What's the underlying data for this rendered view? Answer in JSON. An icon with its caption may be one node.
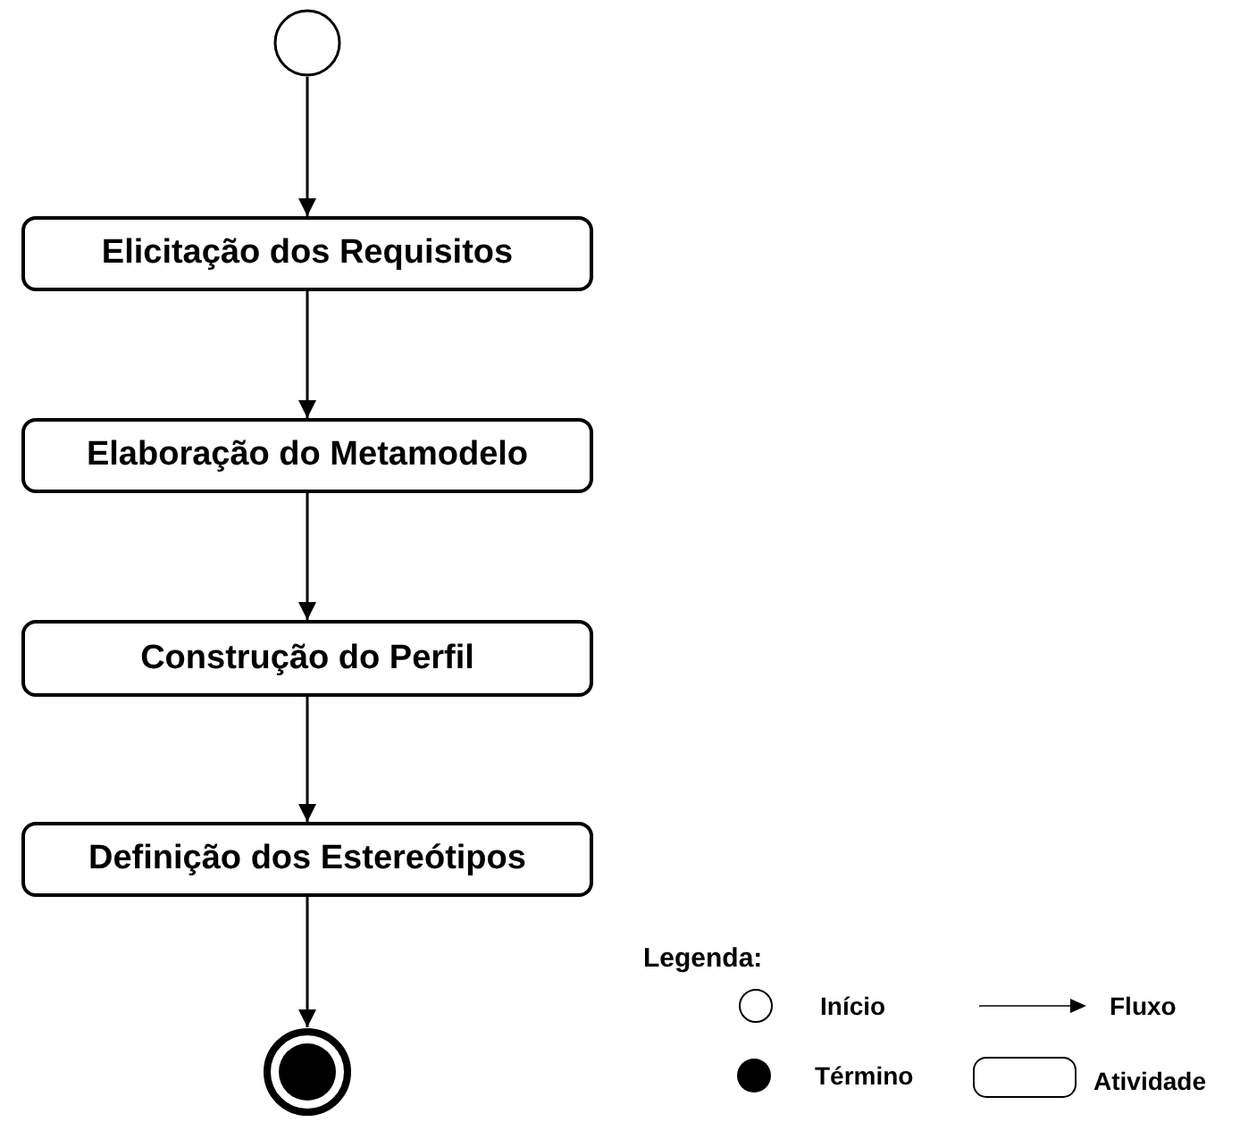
{
  "diagram": {
    "nodes": [
      {
        "text": [],
        "shape": "circle"
      },
      {
        "text": [
          "Elicitação dos Requisitos"
        ]
      },
      {
        "text": [
          "Elaboração do Metamodelo"
        ]
      },
      {
        "text": [
          "Construção do Perfil"
        ]
      },
      {
        "text": [
          "Definição dos Estereótipos"
        ]
      },
      {
        "text": [],
        "shape": "circle"
      }
    ],
    "edges": [
      {
        "from": 0,
        "to": 1,
        "arrow": "to"
      },
      {
        "from": 1,
        "to": 2,
        "arrow": "to"
      },
      {
        "from": 2,
        "to": 3,
        "arrow": "to"
      },
      {
        "from": 3,
        "to": 4,
        "arrow": "to"
      },
      {
        "from": 4,
        "to": 5,
        "arrow": "to"
      }
    ],
    "labels": [
      "Legenda:"
    ],
    "legend": [
      {
        "text": "Início"
      },
      {
        "text": "Fluxo"
      },
      {
        "text": "Término"
      },
      {
        "text": "Atividade"
      }
    ]
  }
}
